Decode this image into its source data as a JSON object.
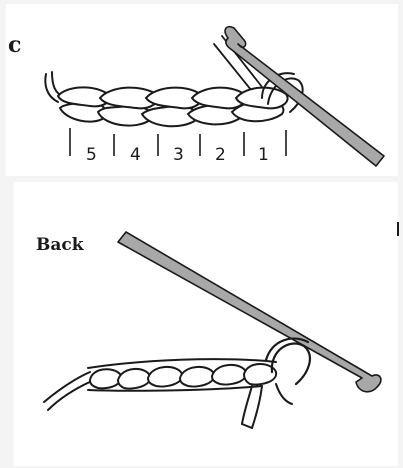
{
  "top_panel": {
    "corner_label": "c",
    "stitch_numbers": [
      "5",
      "4",
      "3",
      "2",
      "1"
    ]
  },
  "bottom_panel": {
    "label": "Back"
  }
}
